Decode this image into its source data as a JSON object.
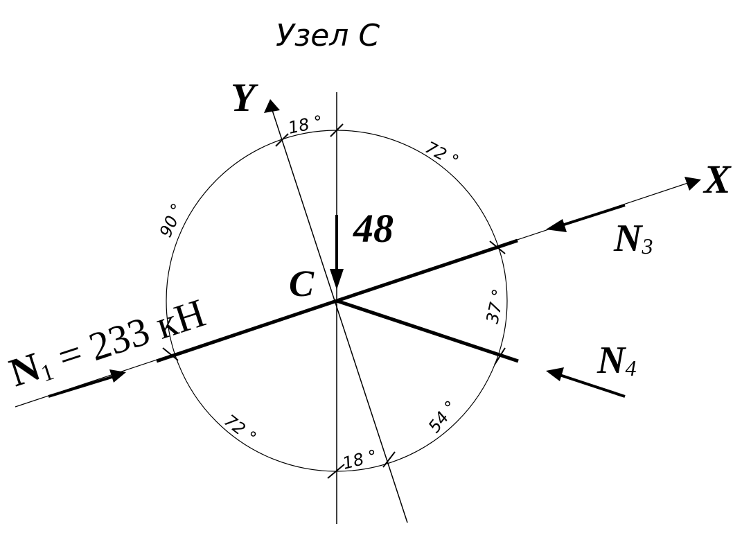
{
  "title": "Узел С",
  "node_label": "C",
  "axis_x_label": "X",
  "axis_y_label": "Y",
  "load_value": "48",
  "force_n1": {
    "letter": "N",
    "sub": "1",
    "rest": " = 233 кН"
  },
  "force_n3": {
    "letter": "N",
    "sub": "3"
  },
  "force_n4": {
    "letter": "N",
    "sub": "4"
  },
  "angles": {
    "top_small": "18 °",
    "top_right": "72 °",
    "left": "90 °",
    "right": "37 °",
    "bottom_left": "72 °",
    "bottom_small": "18 °",
    "bottom_right": "54 °"
  },
  "colors": {
    "ink": "#000000",
    "background": "#ffffff"
  }
}
